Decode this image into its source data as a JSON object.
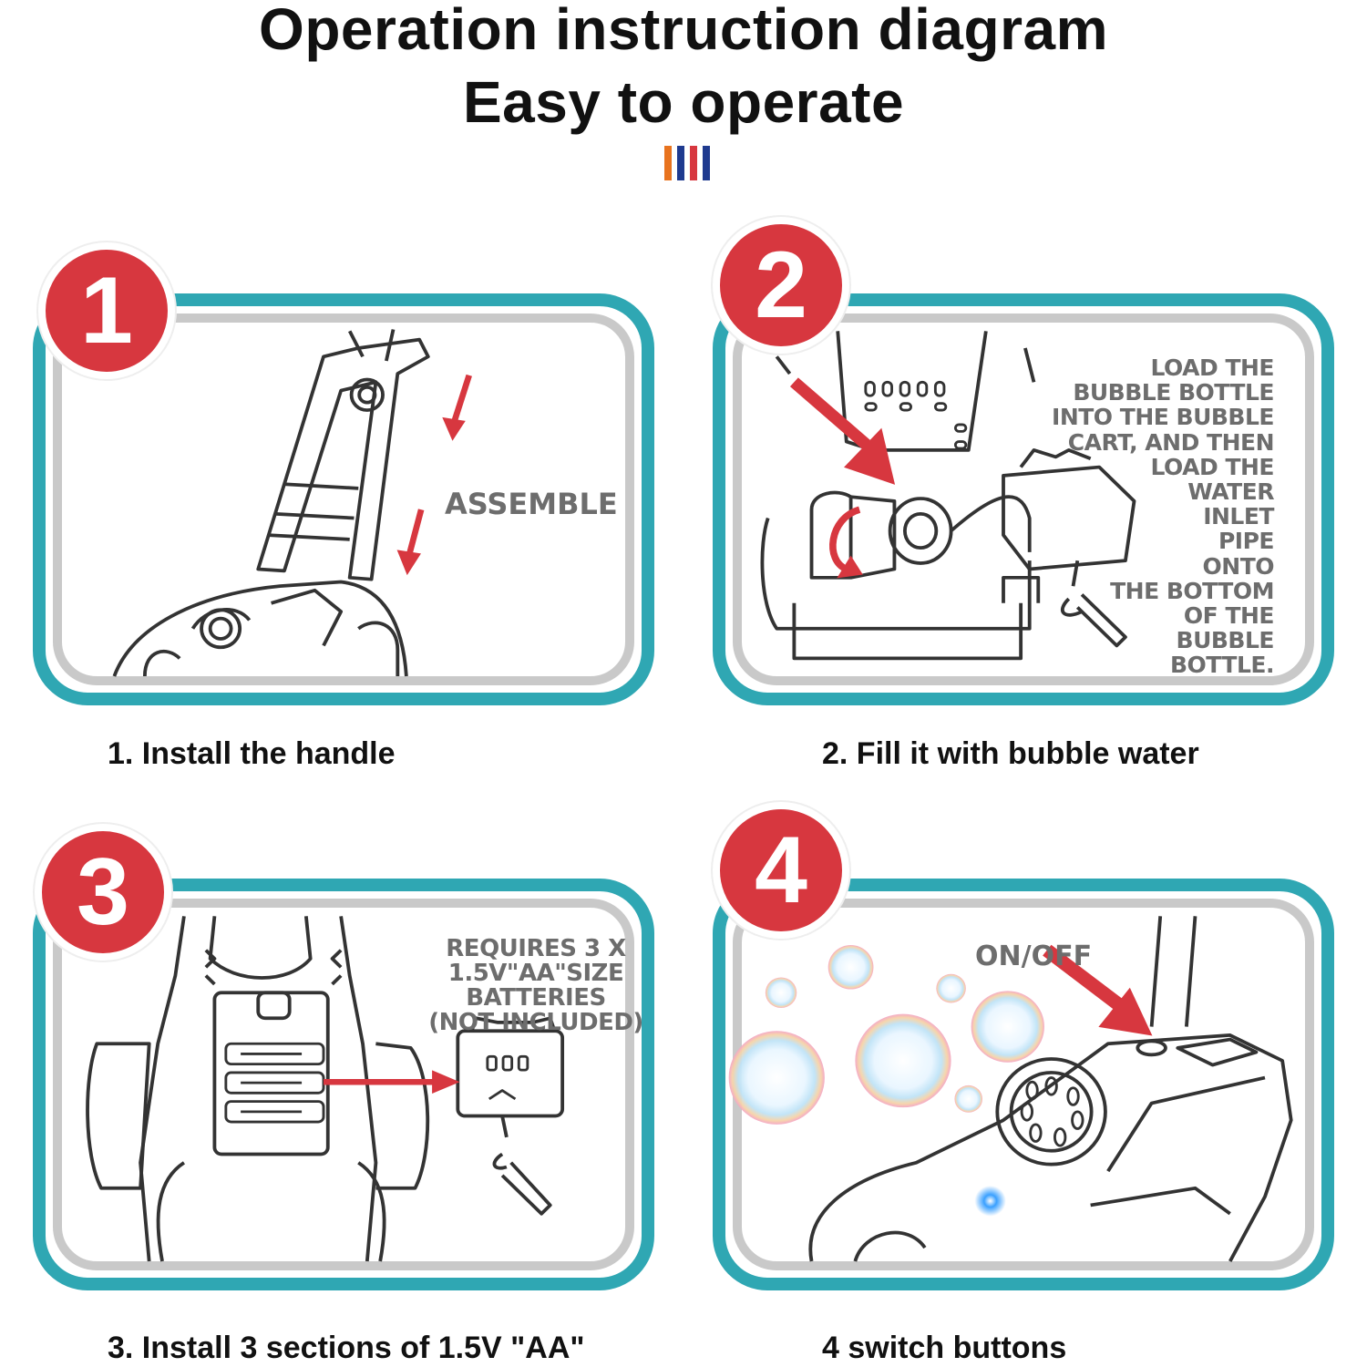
{
  "header": {
    "title": "Operation instruction diagram",
    "subtitle": "Easy to operate",
    "stripe_colors": [
      "#e8731e",
      "#1f3a8f",
      "#d7373f",
      "#1f3a8f"
    ]
  },
  "colors": {
    "panel_border": "#2fa7b3",
    "panel_inner_border": "#c9c9c9",
    "badge": "#d7373f",
    "arrow": "#d7373f"
  },
  "steps": [
    {
      "number": "1",
      "panel_label": "ASSEMBLE",
      "caption": "1. Install the handle",
      "illustration": "handle-assembly"
    },
    {
      "number": "2",
      "panel_label": "LOAD THE\nBUBBLE BOTTLE\nINTO THE BUBBLE\nCART, AND THEN\nLOAD THE\nWATER\nINLET\nPIPE\nONTO\nTHE BOTTOM\nOF THE\nBUBBLE\nBOTTLE.",
      "caption": "2. Fill it with bubble water",
      "illustration": "bubble-bottle-loading"
    },
    {
      "number": "3",
      "panel_label": "REQUIRES 3 X\n1.5V\"AA\"SIZE\nBATTERIES\n(NOT INCLUDED)",
      "caption": "3. Install 3 sections of 1.5V \"AA\"",
      "illustration": "battery-compartment"
    },
    {
      "number": "4",
      "panel_label": "ON/OFF",
      "caption": "4 switch buttons",
      "illustration": "power-switch-bubbles"
    }
  ]
}
